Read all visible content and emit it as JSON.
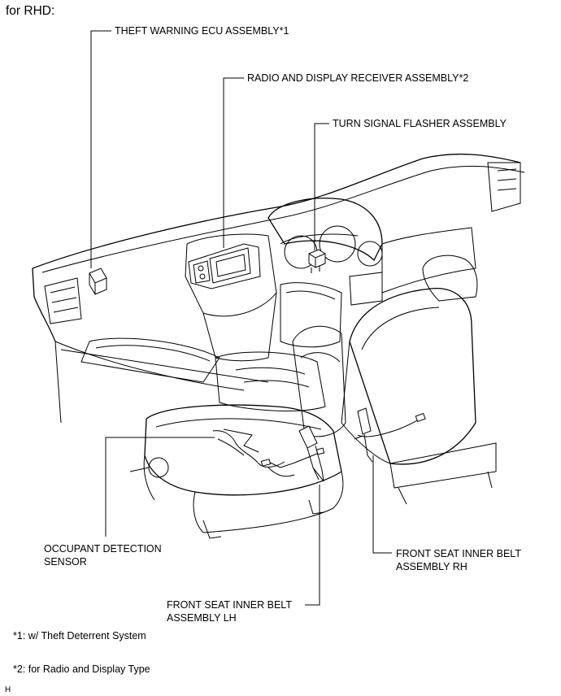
{
  "header": {
    "title": "for RHD:"
  },
  "labels": {
    "theft_ecu": "THEFT WARNING ECU ASSEMBLY*1",
    "radio": "RADIO AND DISPLAY RECEIVER ASSEMBLY*2",
    "flasher": "TURN SIGNAL FLASHER ASSEMBLY",
    "occupant_line1": "OCCUPANT DETECTION",
    "occupant_line2": "SENSOR",
    "belt_rh_line1": "FRONT SEAT INNER BELT",
    "belt_rh_line2": "ASSEMBLY RH",
    "belt_lh_line1": "FRONT SEAT INNER BELT",
    "belt_lh_line2": "ASSEMBLY LH"
  },
  "footnotes": {
    "note1": "*1: w/ Theft Deterrent System",
    "note2": "*2: for Radio and Display Type"
  },
  "corner_mark": "H"
}
